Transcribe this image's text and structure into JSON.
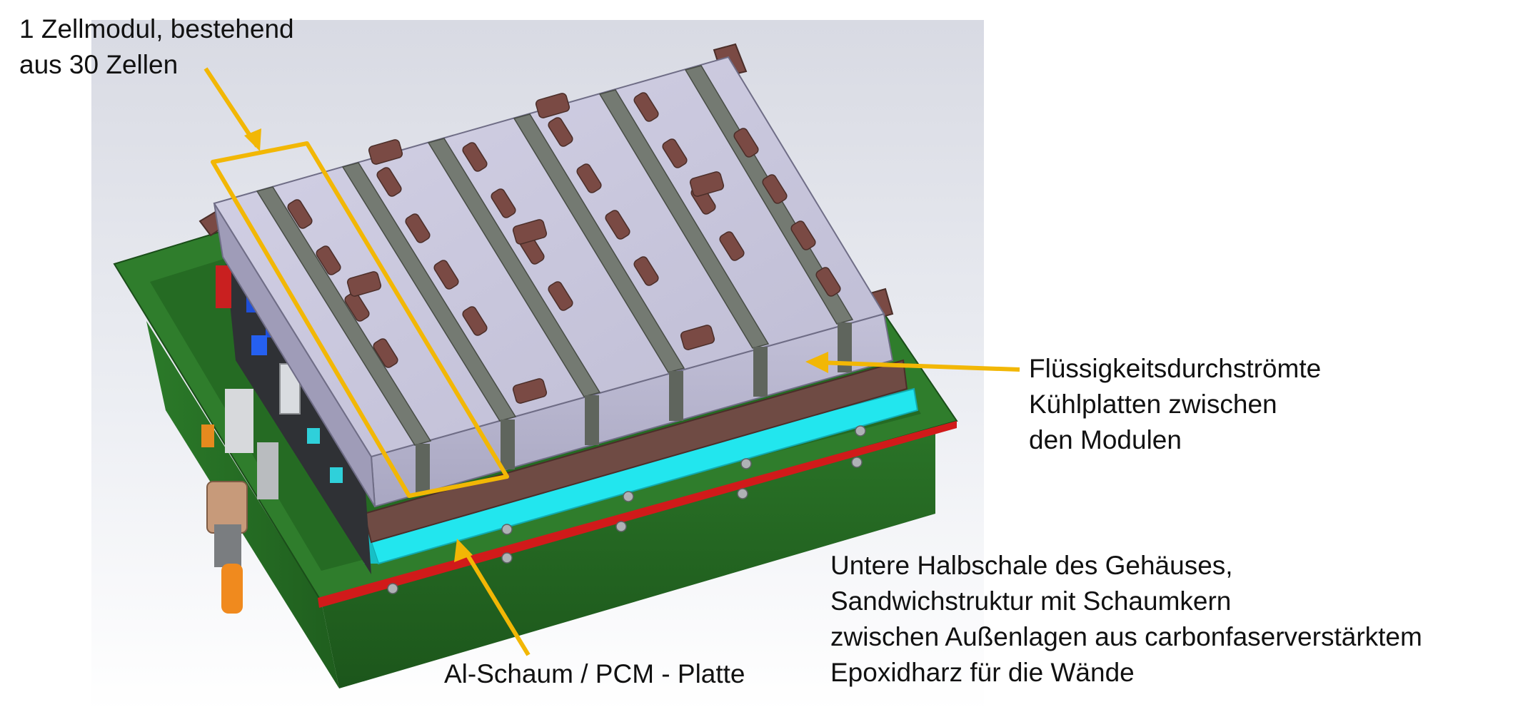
{
  "labels": {
    "cell_module": [
      "1 Zellmodul, bestehend",
      "aus 30 Zellen"
    ],
    "cooling_plates": [
      "Flüssigkeitsdurchströmte",
      "Kühlplatten zwischen",
      "den Modulen"
    ],
    "housing": [
      "Untere Halbschale des Gehäuses,",
      "Sandwichstruktur mit Schaumkern",
      "zwischen Außenlagen aus carbonfaserverstärktem",
      "Epoxidharz für die Wände"
    ],
    "foam_plate": [
      "Al-Schaum / PCM - Platte"
    ]
  },
  "colors": {
    "annotation": "#f2b705",
    "housing_green": "#2f7d2c",
    "flange_red": "#d11a1a",
    "foam_cyan": "#22e6ee",
    "cell_lavender": "#c9c7dc",
    "terminal_brown": "#7a4a44",
    "cooling_plate_gray": "#747a72"
  }
}
